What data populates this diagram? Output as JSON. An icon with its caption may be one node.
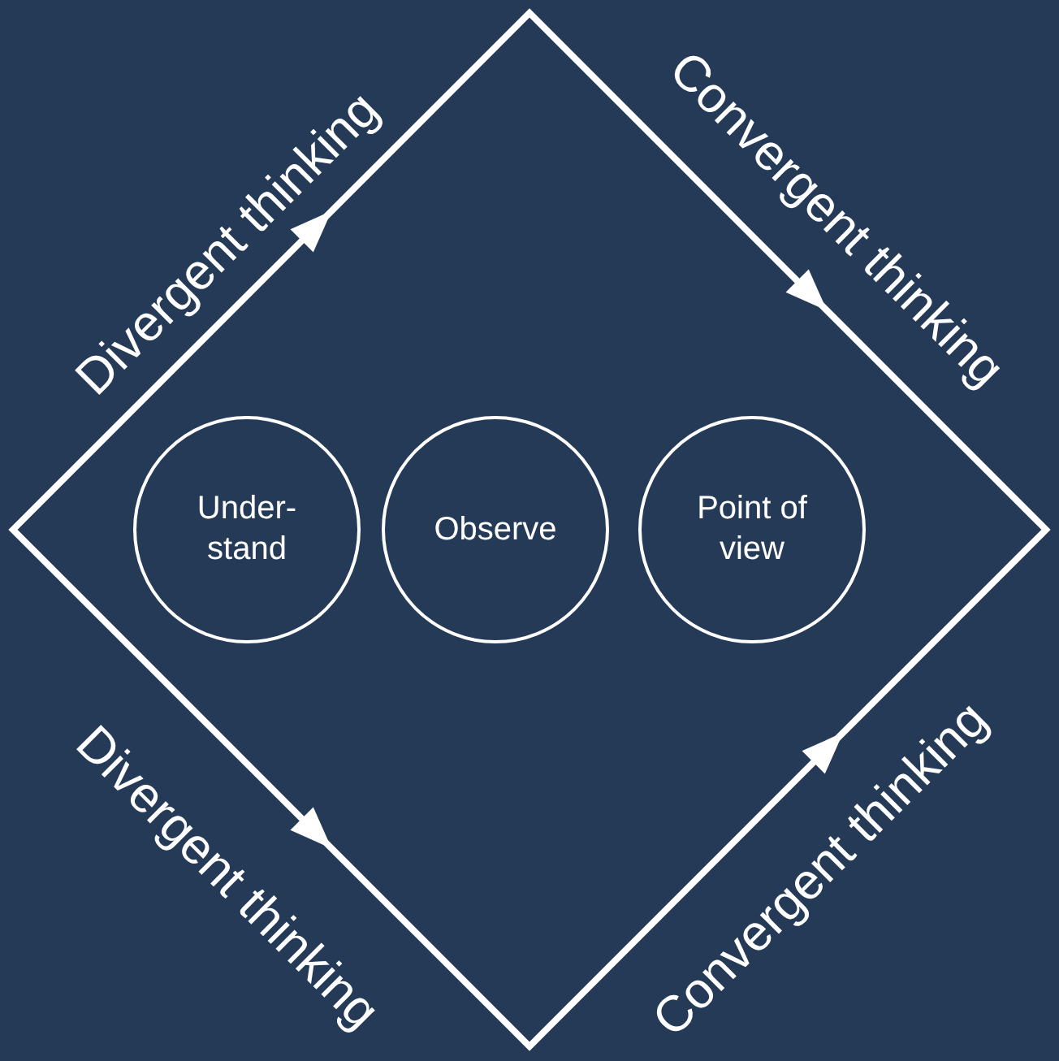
{
  "diagram": {
    "nodes": [
      {
        "text": [],
        "shape": "diamond"
      },
      {
        "text": [
          "Under- stand"
        ],
        "in": 0
      },
      {
        "text": [
          "Observe"
        ],
        "in": 0
      },
      {
        "text": [
          "Point of view"
        ],
        "in": 0
      }
    ],
    "edges": [],
    "labels": [
      "Divergent thinking",
      "Convergent thinking",
      "Divergent thinking",
      "Convergent thinking"
    ]
  }
}
